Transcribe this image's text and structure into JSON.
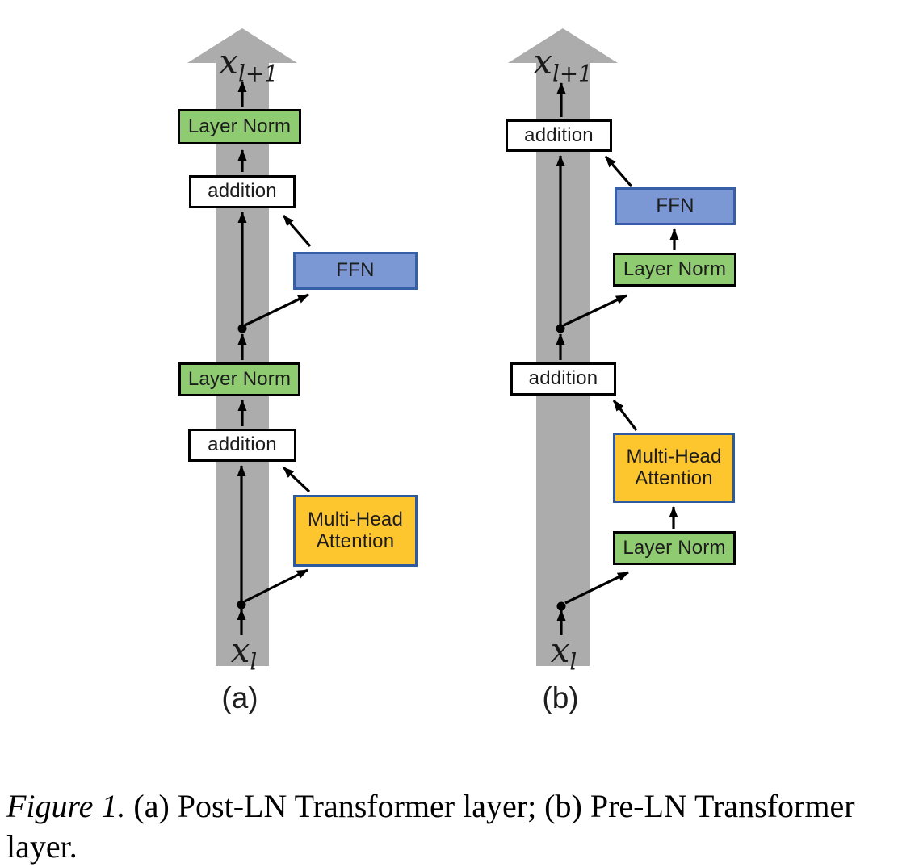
{
  "caption": {
    "prefix": "Figure 1.",
    "line1_rest": " (a) Post-LN Transformer layer; (b) Pre-LN Transformer",
    "line2": "layer."
  },
  "labels": {
    "layer_norm": "Layer Norm",
    "addition": "addition",
    "ffn": "FFN",
    "mha": "Multi-Head Attention",
    "x_var": "x",
    "sub_out": "l+1",
    "sub_in": "l",
    "panel_a": "(a)",
    "panel_b": "(b)"
  },
  "colors": {
    "green_fill": "#8ECB71",
    "blue_fill": "#7B97D4",
    "blue_border": "#3560A8",
    "gold_fill": "#FEC62E",
    "gold_border": "#2E5B9F",
    "gray_arrow": "#ACACAC",
    "box_border": "#000000"
  }
}
